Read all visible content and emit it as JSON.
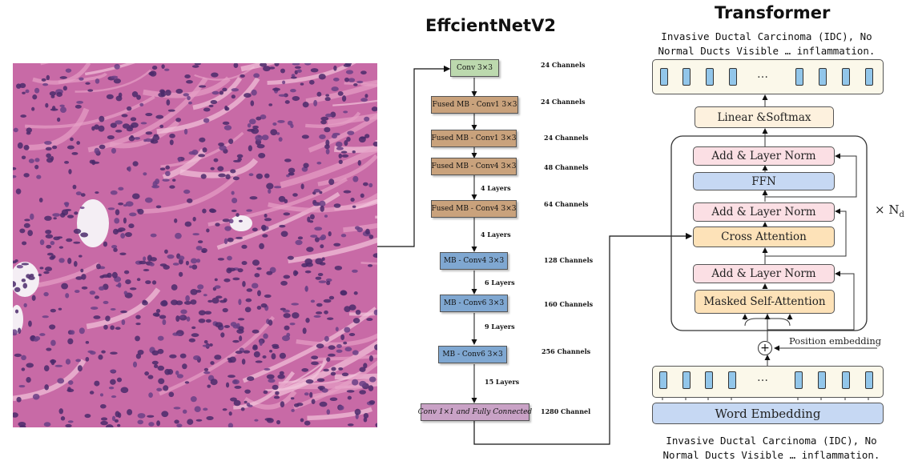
{
  "titles": {
    "cnn": "EffcientNetV2",
    "transformer": "Transformer"
  },
  "captions": {
    "top_line1": "Invasive Ductal Carcinoma (IDC), No",
    "top_line2": "Normal Ducts Visible … inflammation.",
    "bottom_line1": "Invasive Ductal Carcinoma (IDC), No",
    "bottom_line2": "Normal Ducts Visible … inflammation."
  },
  "effnet": {
    "blocks": [
      {
        "label": "Conv 3×3",
        "channels": "24 Channels",
        "style": "green"
      },
      {
        "label": "Fused MB - Conv1 3×3",
        "channels": "24 Channels",
        "style": "brown"
      },
      {
        "label": "Fused MB - Conv1 3×3",
        "channels": "24 Channels",
        "style": "brown"
      },
      {
        "label": "Fused MB - Conv4 3×3",
        "channels": "48 Channels",
        "style": "brown"
      },
      {
        "label": "Fused MB - Conv4 3×3",
        "channels": "64 Channels",
        "style": "brown"
      },
      {
        "label": "MB - Conv4 3×3",
        "channels": "128 Channels",
        "style": "blue"
      },
      {
        "label": "MB - Conv6 3×3",
        "channels": "160 Channels",
        "style": "blue"
      },
      {
        "label": "MB - Conv6 3×3",
        "channels": "256 Channels",
        "style": "blue"
      },
      {
        "label": "Conv 1×1 and Fully Connected",
        "channels": "1280 Channel",
        "style": "purple"
      }
    ],
    "layer_labels": [
      "4 Layers",
      "4 Layers",
      "6 Layers",
      "9 Layers",
      "15 Layers"
    ]
  },
  "transformer": {
    "output_layer": "Linear &Softmax",
    "add_norm": "Add & Layer Norm",
    "ffn": "FFN",
    "cross_attention": "Cross Attention",
    "masked_attention": "Masked Self-Attention",
    "repeat_label": "× N",
    "repeat_sub": "d",
    "position_embedding": "Position embedding",
    "word_embedding": "Word Embedding",
    "ellipsis": "…",
    "plus": "+"
  },
  "colors": {
    "tissue_pink": "#c86aa6",
    "nucleus_purple": "#4b2a6b",
    "conv_green": "#bcd9ae",
    "fused_brown": "#c9a27c",
    "mb_blue": "#7fa7d1",
    "fc_purple": "#c9a2c6",
    "token_blue": "#92c6ea"
  }
}
